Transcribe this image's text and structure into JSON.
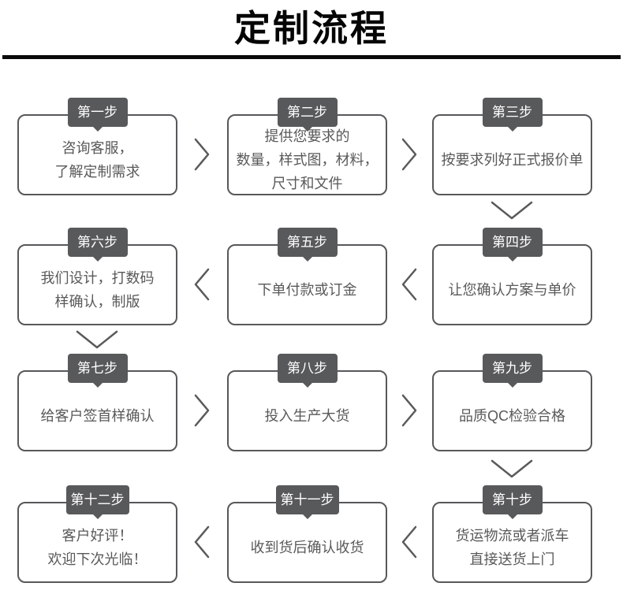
{
  "header": {
    "title": "定制流程"
  },
  "colors": {
    "badge_bg": "#58595b",
    "badge_text": "#ffffff",
    "box_border": "#57585a",
    "box_text": "#595959",
    "arrow": "#595a5c",
    "title": "#050505",
    "divider": "#0a0a0a",
    "background": "#ffffff"
  },
  "icons": {
    "arrow_right_icon": "›",
    "arrow_left_icon": "‹",
    "arrow_down_icon": "⌄"
  },
  "steps": [
    {
      "badge": "第一步",
      "text": "咨询客服，\n了解定制需求"
    },
    {
      "badge": "第二步",
      "text": "提供您要求的\n数量，样式图，材料，\n尺寸和文件"
    },
    {
      "badge": "第三步",
      "text": "按要求列好正式报价单"
    },
    {
      "badge": "第四步",
      "text": "让您确认方案与单价"
    },
    {
      "badge": "第五步",
      "text": "下单付款或订金"
    },
    {
      "badge": "第六步",
      "text": "我们设计，打数码\n样确认，制版"
    },
    {
      "badge": "第七步",
      "text": "给客户签首样确认"
    },
    {
      "badge": "第八步",
      "text": "投入生产大货"
    },
    {
      "badge": "第九步",
      "text": "品质QC检验合格"
    },
    {
      "badge": "第十步",
      "text": "货运物流或者派车\n直接送货上门"
    },
    {
      "badge": "第十一步",
      "text": "收到货后确认收货"
    },
    {
      "badge": "第十二步",
      "text": "客户好评！\n欢迎下次光临！"
    }
  ]
}
